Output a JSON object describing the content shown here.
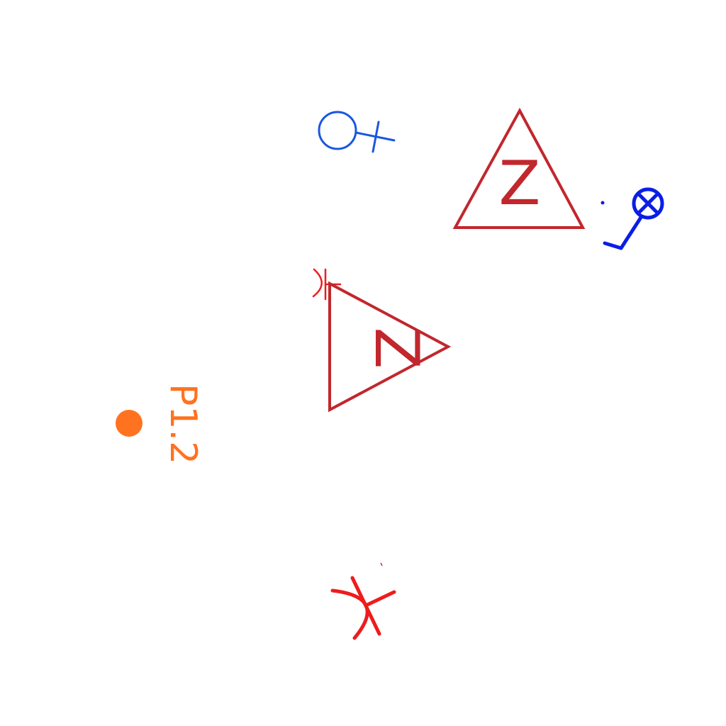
{
  "colors": {
    "background": "#ffffff",
    "triangle": "#c1272d",
    "blue_light": "#1a56e0",
    "blue_dark": "#0a1ee6",
    "red_symbol": "#ee1c1c",
    "orange": "#ff7220"
  },
  "symbols": {
    "triangle_upright": {
      "letter": "Z"
    },
    "triangle_rotated": {
      "letter": "Z"
    },
    "point": {
      "label": "P1.2"
    },
    "icons": [
      "circle-cross-symbol-icon",
      "circle-x-hook-symbol-icon",
      "arc-t-symbol-icon",
      "large-arc-t-symbol-icon"
    ]
  }
}
